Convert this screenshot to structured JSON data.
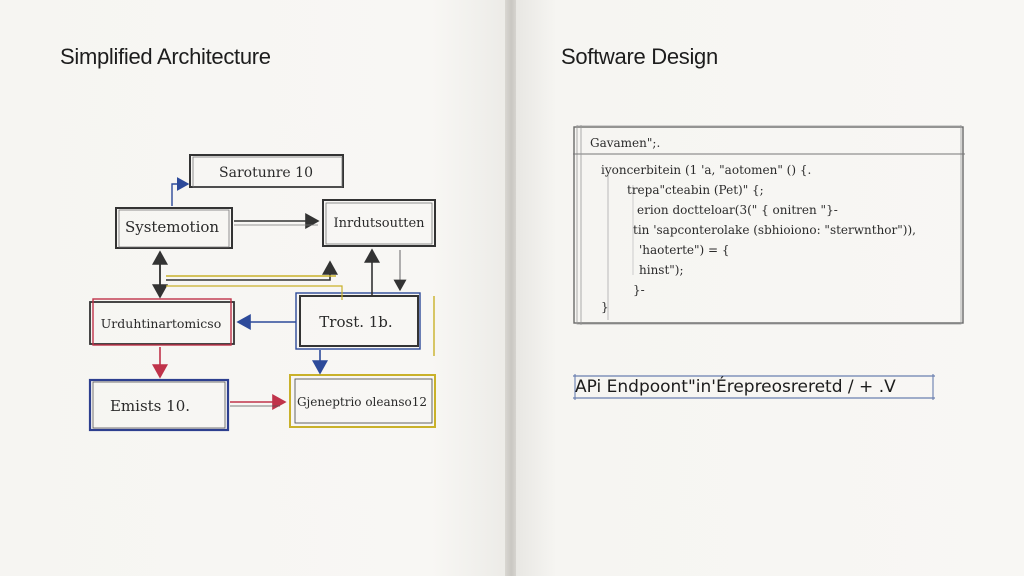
{
  "left_page": {
    "title": "Simplified Architecture",
    "diagram": {
      "nodes": [
        {
          "id": "n1",
          "label": "Sarotunre 10",
          "color": "#333333"
        },
        {
          "id": "n2",
          "label": "Systemotion",
          "color": "#333333"
        },
        {
          "id": "n3",
          "label": "Inrdutsoutten",
          "color": "#333333"
        },
        {
          "id": "n4",
          "label": "Urduhtinartomicso",
          "color": "#c0334a"
        },
        {
          "id": "n5",
          "label": "Trost. 1b.",
          "color": "#2d4a9a"
        },
        {
          "id": "n6",
          "label": "Emists 10.",
          "color": "#2d3f8f"
        },
        {
          "id": "n7",
          "label": "Gjeneptrio oleanso12",
          "color": "#c9b12a"
        }
      ]
    }
  },
  "right_page": {
    "title": "Software Design",
    "code_lines": [
      "Gavamen\";.",
      "iyoncerbitein (1 'a, \"aotomen\" () {.",
      "trepa\"cteabin (Pet)\" {;",
      "erion doctteloar(3(\" { onitren \"}-",
      "tin 'sapconterolake (sbhioiono: \"sterwnthor\")),",
      "'haoterte\") = {",
      "hinst\");",
      "}-",
      "}"
    ],
    "endpoint_label": "APi Endpoont\"in'Érepreosreretd / + .V"
  },
  "colors": {
    "ink": "#2a2a2a",
    "red": "#c0334a",
    "blue": "#2d4a9a",
    "yellow": "#c9b12a",
    "paper": "#f7f6f3"
  }
}
